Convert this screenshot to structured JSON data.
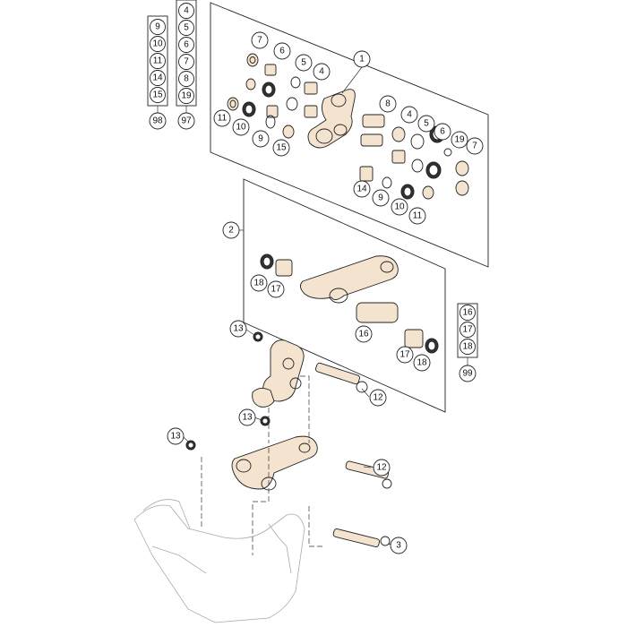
{
  "colors": {
    "part_fill": "#f4e3cf",
    "line": "#222222",
    "frame_ghost": "#aaaaaa"
  },
  "kit_lists": {
    "list98": {
      "items": [
        "9",
        "10",
        "11",
        "14",
        "15"
      ],
      "label": "98"
    },
    "list97": {
      "items": [
        "4",
        "5",
        "6",
        "7",
        "8",
        "19"
      ],
      "label": "97"
    },
    "list99": {
      "items": [
        "16",
        "17",
        "18"
      ],
      "label": "99"
    }
  },
  "callouts": {
    "c1": "1",
    "c2": "2",
    "c3": "3",
    "c4a": "4",
    "c4b": "4",
    "c5a": "5",
    "c5b": "5",
    "c6a": "6",
    "c6b": "6",
    "c7a": "7",
    "c7b": "7",
    "c8": "8",
    "c9a": "9",
    "c9b": "9",
    "c10a": "10",
    "c10b": "10",
    "c11a": "11",
    "c11b": "11",
    "c12a": "12",
    "c12b": "12",
    "c13a": "13",
    "c13b": "13",
    "c13c": "13",
    "c14": "14",
    "c15": "15",
    "c16": "16",
    "c17a": "17",
    "c17b": "17",
    "c18a": "18",
    "c18b": "18",
    "c19": "19"
  }
}
